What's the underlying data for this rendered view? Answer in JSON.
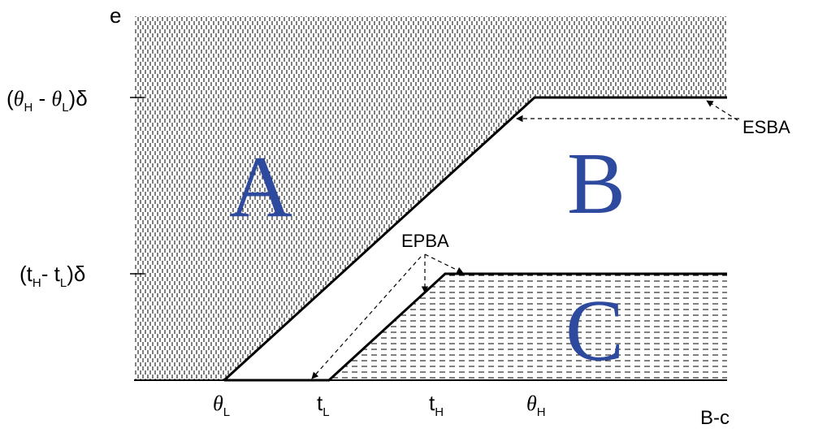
{
  "axes": {
    "y_label": "e",
    "x_label": "B-c"
  },
  "y_ticks": {
    "upper": {
      "open": "(",
      "theta": "θ",
      "sub_h": "H",
      "minus": " - ",
      "sub_l": "L",
      "close": ")δ"
    },
    "lower": {
      "open": "(t",
      "sub_h": "H",
      "minus": "- t",
      "sub_l": "L",
      "close": ")δ"
    }
  },
  "x_ticks": {
    "theta_l": {
      "sym": "θ",
      "sub": "L"
    },
    "t_l": {
      "sym": "t",
      "sub": "L"
    },
    "t_h": {
      "sym": "t",
      "sub": "H"
    },
    "theta_h": {
      "sym": "θ",
      "sub": "H"
    }
  },
  "regions": {
    "a": "A",
    "b": "B",
    "c": "C"
  },
  "annotations": {
    "esba": "ESBA",
    "epba": "EPBA"
  },
  "colors": {
    "region_letter": "#2e4a9e",
    "line": "#000000"
  }
}
